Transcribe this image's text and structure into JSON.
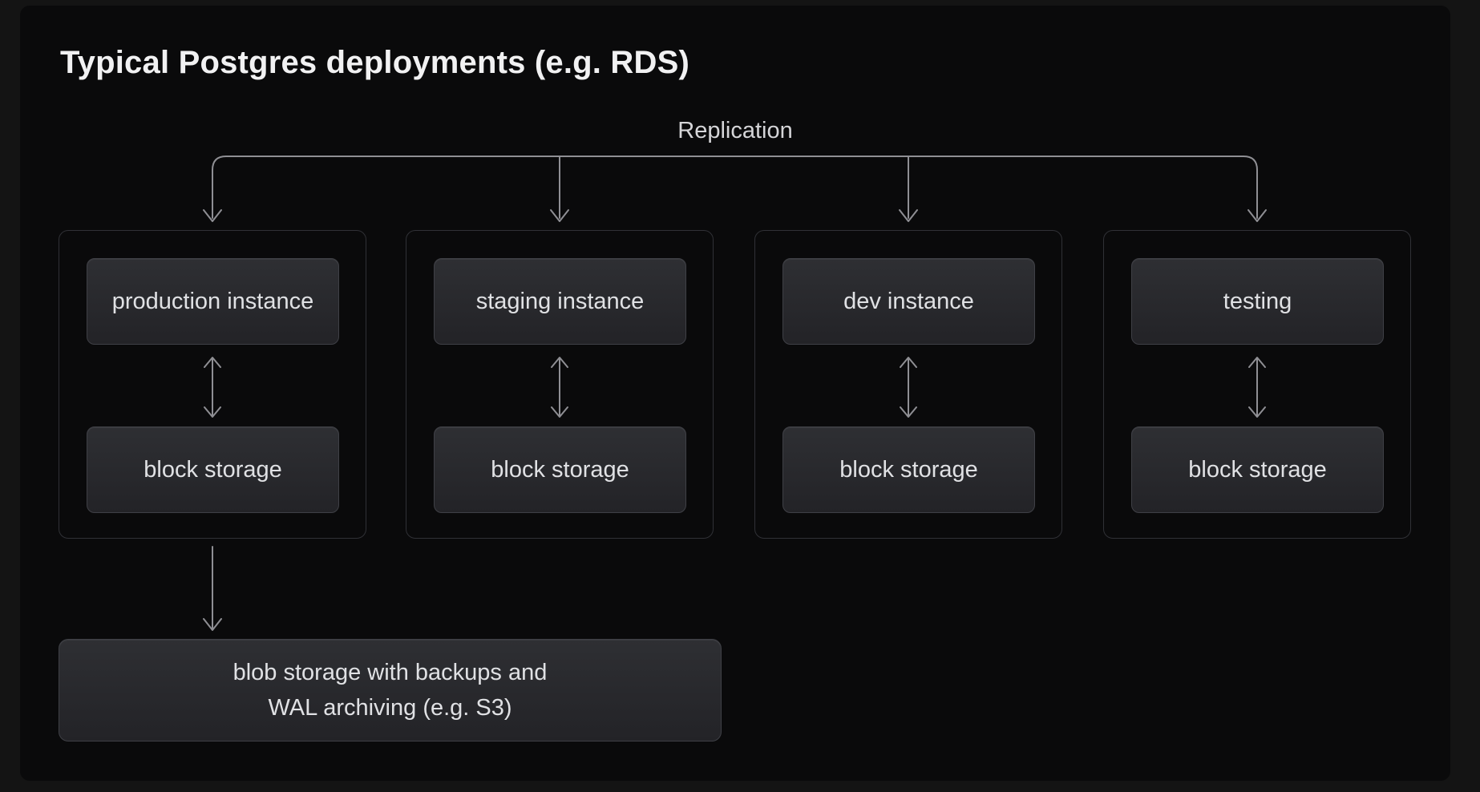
{
  "title": "Typical Postgres deployments (e.g. RDS)",
  "replication": {
    "label": "Replication"
  },
  "groups": [
    {
      "instance_label": "production instance",
      "storage_label": "block storage"
    },
    {
      "instance_label": "staging instance",
      "storage_label": "block storage"
    },
    {
      "instance_label": "dev instance",
      "storage_label": "block storage"
    },
    {
      "instance_label": "testing",
      "storage_label": "block storage"
    }
  ],
  "blob_storage": {
    "line1": "blob storage with backups and",
    "line2": "WAL archiving (e.g. S3)"
  },
  "colors": {
    "outer_bg": "#141414",
    "canvas_bg": "#0a0a0b",
    "group_border": "#303136",
    "node_border": "#3f4046",
    "node_bg_top": "#2e2f33",
    "node_bg_bottom": "#232327",
    "connector": "#8f8f94",
    "title_text": "#f1f1f2",
    "node_text": "#e0e1e4",
    "label_text": "#d5d5d8"
  }
}
